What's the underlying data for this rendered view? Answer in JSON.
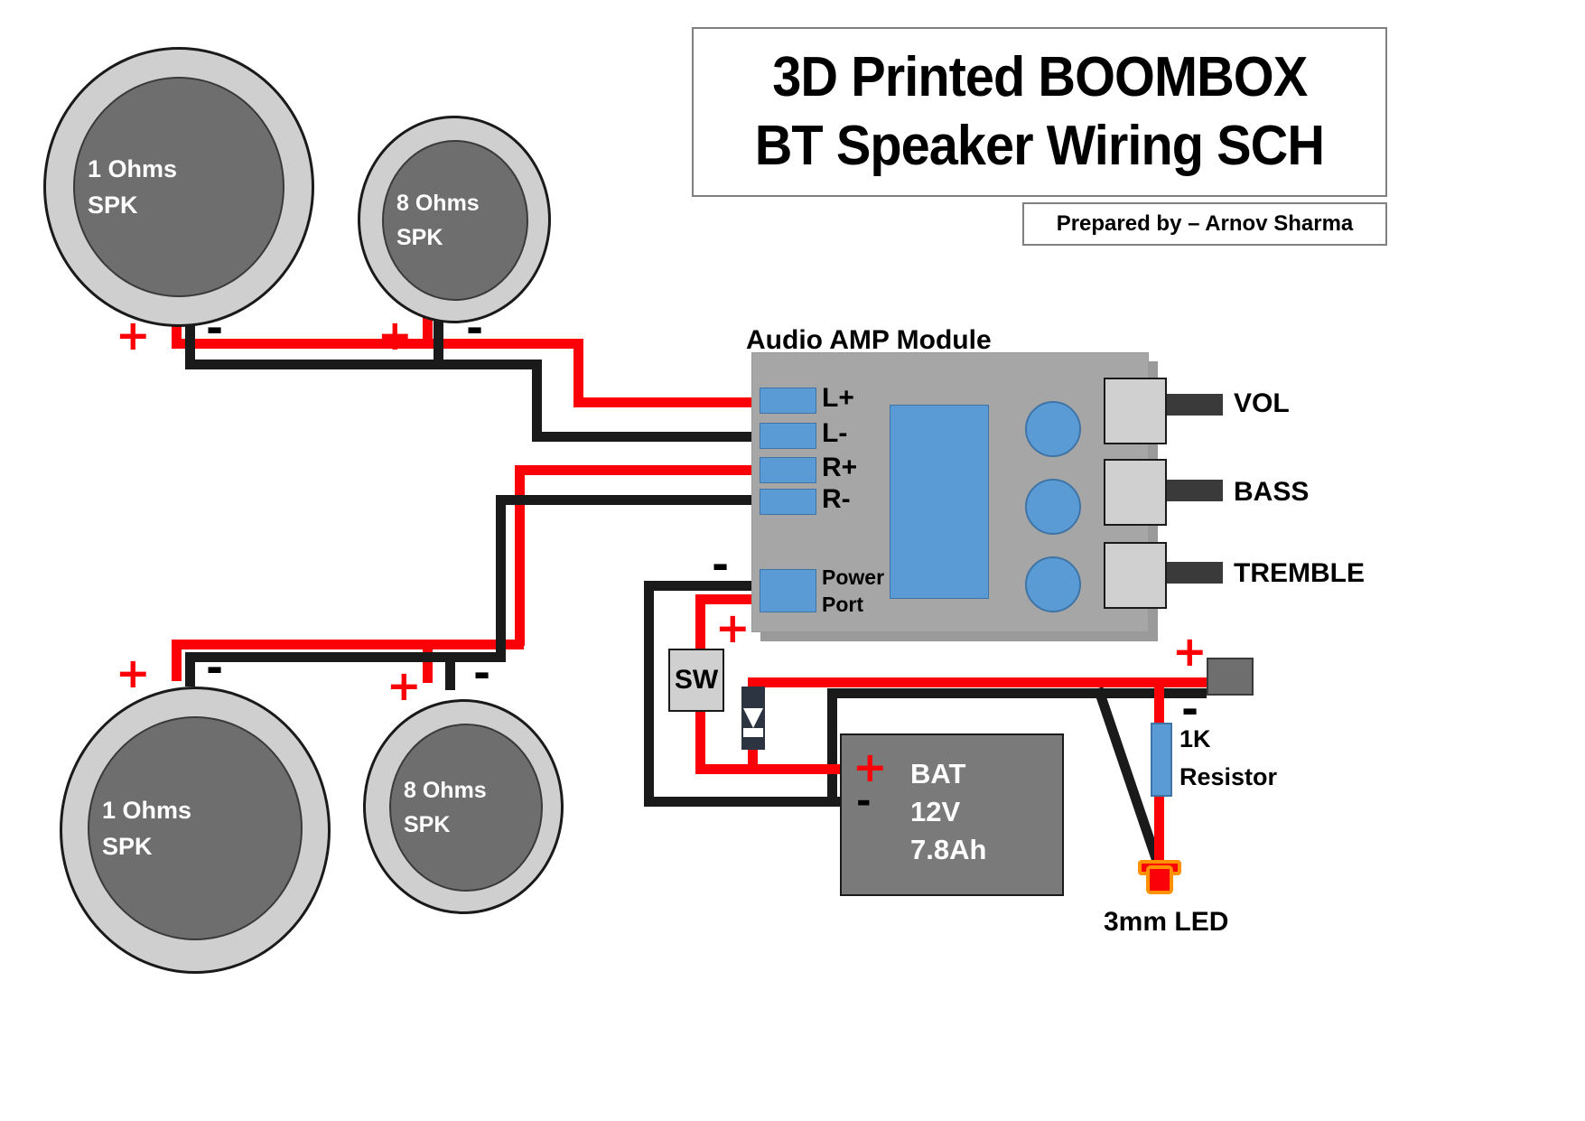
{
  "title": {
    "line1": "3D Printed BOOMBOX",
    "line2": "BT Speaker Wiring SCH",
    "prepared_by": "Prepared by – Arnov Sharma"
  },
  "colors": {
    "wire_positive": "#fb0007",
    "wire_negative": "#1a1a1a",
    "amp_body": "#a6a6a6",
    "terminal_blue": "#5b9bd5",
    "speaker_outer": "#cfcfcf",
    "speaker_inner": "#6e6e6e",
    "battery": "#7a7a7a",
    "led_red": "#fb0007",
    "led_glow": "#ff9100"
  },
  "speakers": [
    {
      "id": "top-left",
      "impedance": "1 Ohms",
      "type": "SPK",
      "plus": "+",
      "minus": "-"
    },
    {
      "id": "top-right",
      "impedance": "8 Ohms",
      "type": "SPK",
      "plus": "+",
      "minus": "-"
    },
    {
      "id": "bottom-left",
      "impedance": "1 Ohms",
      "type": "SPK",
      "plus": "+",
      "minus": "-"
    },
    {
      "id": "bottom-right",
      "impedance": "8 Ohms",
      "type": "SPK",
      "plus": "+",
      "minus": "-"
    }
  ],
  "amp": {
    "title": "Audio AMP Module",
    "terminals": [
      {
        "label": "L+"
      },
      {
        "label": "L-"
      },
      {
        "label": "R+"
      },
      {
        "label": "R-"
      }
    ],
    "power_port": {
      "line1": "Power",
      "line2": "Port",
      "minus": "-",
      "plus": "+"
    },
    "controls": [
      {
        "label": "VOL"
      },
      {
        "label": "BASS"
      },
      {
        "label": "TREMBLE"
      }
    ]
  },
  "switch": {
    "label": "SW"
  },
  "battery": {
    "plus": "+",
    "minus": "-",
    "line1": "BAT",
    "line2": "12V",
    "line3": "7.8Ah"
  },
  "resistor": {
    "value": "1K",
    "unit_label": "Resistor"
  },
  "led": {
    "label": "3mm LED"
  },
  "power_jack": {
    "plus": "+",
    "minus": "-"
  }
}
